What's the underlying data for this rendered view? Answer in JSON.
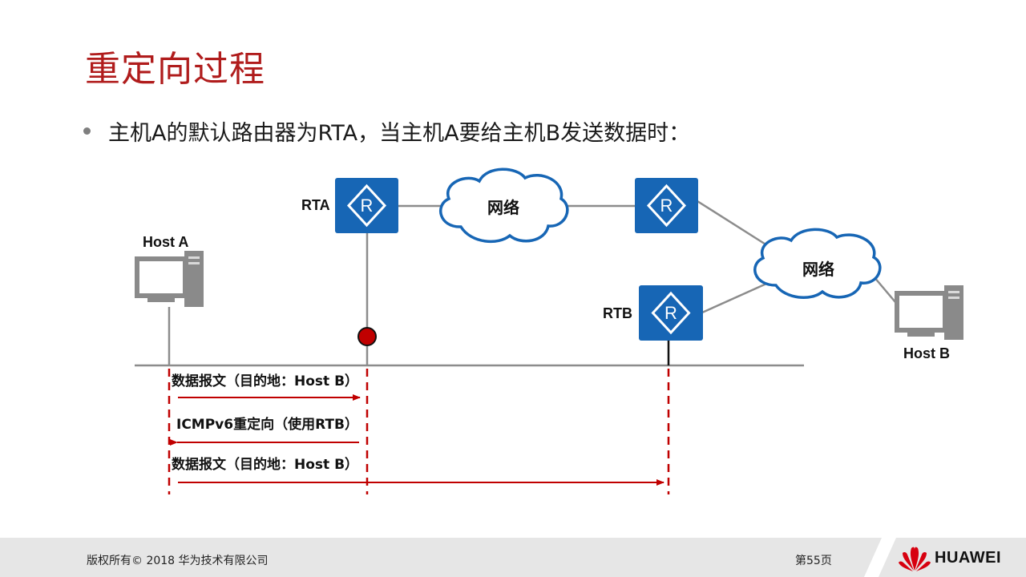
{
  "title": "重定向过程",
  "bullet": "主机A的默认路由器为RTA，当主机A要给主机B发送数据时：",
  "diagram": {
    "host_a": "Host A",
    "host_b": "Host B",
    "rta": "RTA",
    "rtb": "RTB",
    "router_glyph": "R",
    "cloud_1": "网络",
    "cloud_2": "网络",
    "messages": [
      {
        "label": "数据报文（目的地：Host B）",
        "direction": "right",
        "from": "Host A",
        "to": "RTA"
      },
      {
        "label": "ICMPv6重定向（使用RTB）",
        "direction": "left",
        "from": "RTA",
        "to": "Host A"
      },
      {
        "label": "数据报文（目的地：Host B）",
        "direction": "right",
        "from": "Host A",
        "to": "RTB"
      }
    ],
    "colors": {
      "router": "#1766b5",
      "arrow": "#c00000",
      "line": "#8c8c8c",
      "cloud_stroke": "#1766b5"
    }
  },
  "footer": {
    "copyright": "版权所有© 2018 华为技术有限公司",
    "page": "第55页",
    "brand": "HUAWEI"
  }
}
